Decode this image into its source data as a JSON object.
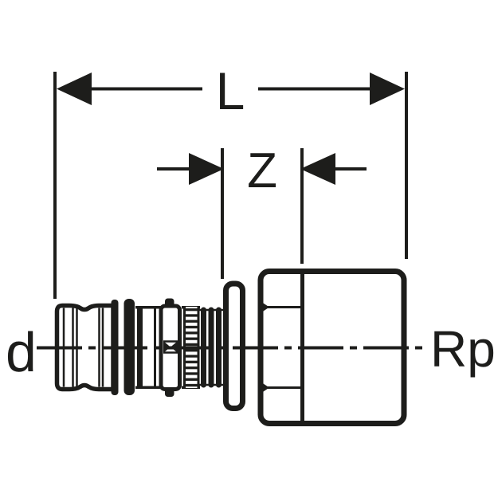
{
  "diagram": {
    "labels": {
      "overall_length": "L",
      "insertion_offset": "Z",
      "pipe_diameter": "d",
      "thread_size": "Rp"
    },
    "colors": {
      "ink": "#1d1d1b",
      "bg": "#ffffff"
    }
  }
}
